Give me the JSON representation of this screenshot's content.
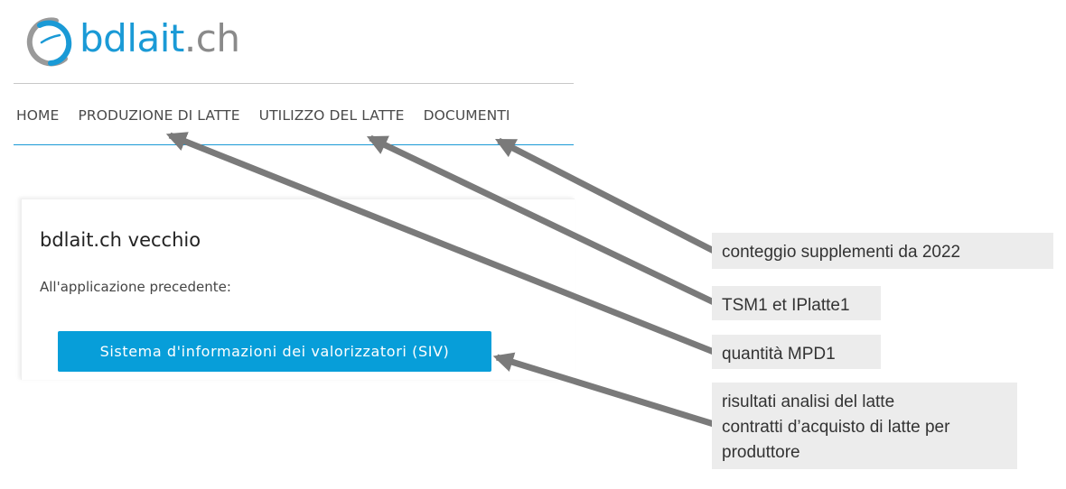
{
  "logo": {
    "text_primary": "bdlait",
    "text_suffix": ".ch"
  },
  "nav": {
    "items": [
      {
        "label": "HOME"
      },
      {
        "label": "PRODUZIONE DI LATTE"
      },
      {
        "label": "UTILIZZO DEL LATTE"
      },
      {
        "label": "DOCUMENTI"
      }
    ]
  },
  "card": {
    "title": "bdlait.ch vecchio",
    "subtitle": "All'applicazione precedente:",
    "button_label": "Sistema d'informazioni dei valorizzatori (SIV)"
  },
  "callouts": [
    {
      "lines": [
        "conteggio supplementi da 2022"
      ]
    },
    {
      "lines": [
        "TSM1 et IPlatte1"
      ]
    },
    {
      "lines": [
        "quantità MPD1"
      ]
    },
    {
      "lines": [
        "risultati analisi del latte",
        "contratti d’acquisto di latte per",
        "produttore"
      ]
    }
  ],
  "colors": {
    "brand_blue": "#1a9ad6",
    "button_blue": "#079ed9",
    "arrow_gray": "#7a7a7a",
    "callout_bg": "#ececec"
  }
}
